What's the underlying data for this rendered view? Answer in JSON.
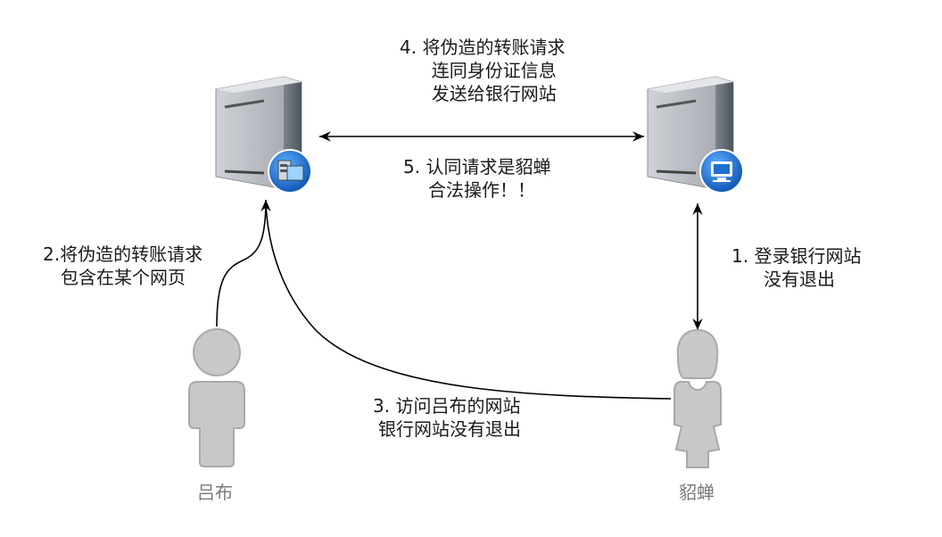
{
  "steps": {
    "step4": {
      "line1": "4. 将伪造的转账请求",
      "line2": "连同身份证信息",
      "line3": "发送给银行网站"
    },
    "step5": {
      "line1": "5. 认同请求是貂蝉",
      "line2": "合法操作！！"
    },
    "step2": {
      "line1": "2.将伪造的转账请求",
      "line2": "包含在某个网页"
    },
    "step1": {
      "line1": "1. 登录银行网站",
      "line2": "没有退出"
    },
    "step3": {
      "line1": "3. 访问吕布的网站",
      "line2": "银行网站没有退出"
    }
  },
  "actors": {
    "attacker": "吕布",
    "victim": "貂蝉"
  },
  "colors": {
    "server_body": "#b9bcc2",
    "server_dark": "#5d6470",
    "person": "#c8c8c8",
    "person_stroke": "#a9a9a9",
    "arrow": "#000000",
    "badge_blue": "#1e6fd0"
  }
}
